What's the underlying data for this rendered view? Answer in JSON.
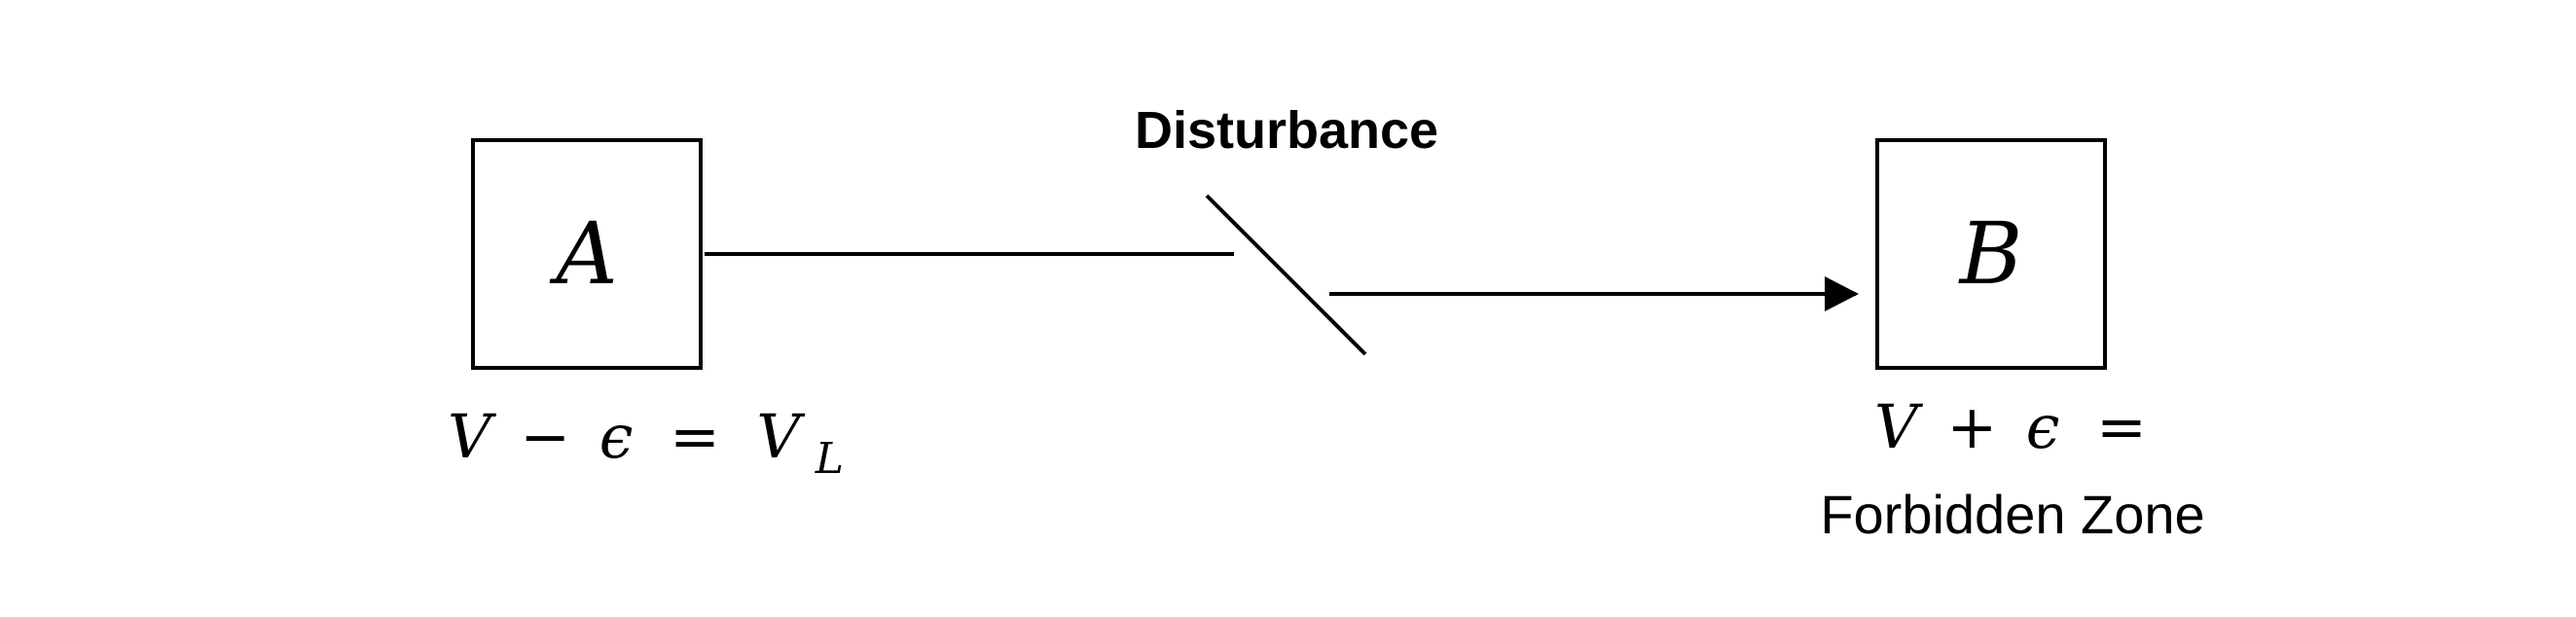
{
  "diagram": {
    "node_a": {
      "label": "A",
      "caption_parts": [
        "V",
        "−",
        "ϵ",
        "=",
        "V",
        "L"
      ]
    },
    "node_b": {
      "label": "B",
      "caption_parts": [
        "V",
        "+",
        "ϵ",
        "="
      ],
      "caption_line2": "Forbidden Zone"
    },
    "disturbance_label": "Disturbance"
  }
}
